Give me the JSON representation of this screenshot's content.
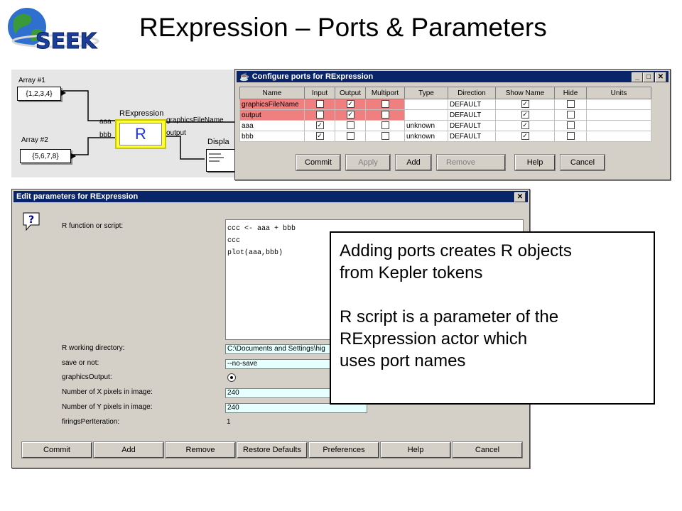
{
  "slide": {
    "title": "RExpression – Ports & Parameters",
    "logo_text": "SEEK"
  },
  "workflow": {
    "array1_label": "Array #1",
    "array1_value": "{1,2,3,4}",
    "array2_label": "Array #2",
    "array2_value": "{5,6,7,8}",
    "actor_label": "RExpression",
    "actor_symbol": "R",
    "port_aaa": "aaa",
    "port_bbb": "bbb",
    "port_graphics": "graphicsFileName",
    "port_output": "output",
    "display_label": "Displa"
  },
  "ports_dialog": {
    "title": "Configure ports for RExpression",
    "headers": [
      "Name",
      "Input",
      "Output",
      "Multiport",
      "Type",
      "Direction",
      "Show Name",
      "Hide",
      "Units"
    ],
    "rows": [
      {
        "name": "graphicsFileName",
        "input": false,
        "output": true,
        "multiport": false,
        "type": "",
        "direction": "DEFAULT",
        "show_name": true,
        "hide": false,
        "units": "",
        "highlight": true
      },
      {
        "name": "output",
        "input": false,
        "output": true,
        "multiport": false,
        "type": "",
        "direction": "DEFAULT",
        "show_name": true,
        "hide": false,
        "units": "",
        "highlight": true
      },
      {
        "name": "aaa",
        "input": true,
        "output": false,
        "multiport": false,
        "type": "unknown",
        "direction": "DEFAULT",
        "show_name": true,
        "hide": false,
        "units": "",
        "highlight": false
      },
      {
        "name": "bbb",
        "input": true,
        "output": false,
        "multiport": false,
        "type": "unknown",
        "direction": "DEFAULT",
        "show_name": true,
        "hide": false,
        "units": "",
        "highlight": false
      }
    ],
    "buttons": {
      "commit": "Commit",
      "apply": "Apply",
      "add": "Add",
      "remove": "Remove",
      "help": "Help",
      "cancel": "Cancel"
    }
  },
  "params_dialog": {
    "title": "Edit parameters for RExpression",
    "labels": {
      "script": "R function or script:",
      "workdir": "R working directory:",
      "save": "save or not:",
      "graphics": "graphicsOutput:",
      "xpixels": "Number of X pixels in image:",
      "ypixels": "Number of Y pixels in image:",
      "firings": "firingsPerIteration:"
    },
    "script_lines": [
      "ccc <- aaa + bbb",
      "ccc",
      "plot(aaa,bbb)"
    ],
    "values": {
      "workdir": "C:\\Documents and Settings\\hig",
      "save": "--no-save",
      "xpixels": "240",
      "ypixels": "240",
      "firings": "1"
    },
    "buttons": {
      "commit": "Commit",
      "add": "Add",
      "remove": "Remove",
      "restore": "Restore Defaults",
      "preferences": "Preferences",
      "help": "Help",
      "cancel": "Cancel"
    }
  },
  "callout": {
    "line1": "Adding ports creates R objects",
    "line2": "from Kepler tokens",
    "line3": "R script is a parameter of the",
    "line4": "RExpression actor which",
    "line5": "uses port names"
  },
  "colors": {
    "titlebar": "#0a246a",
    "highlight": "#f08080",
    "actor": "#ffff33",
    "field": "#e6ffff",
    "logo_blue": "#1a3f9a",
    "globe_green": "#3a9a3a"
  }
}
